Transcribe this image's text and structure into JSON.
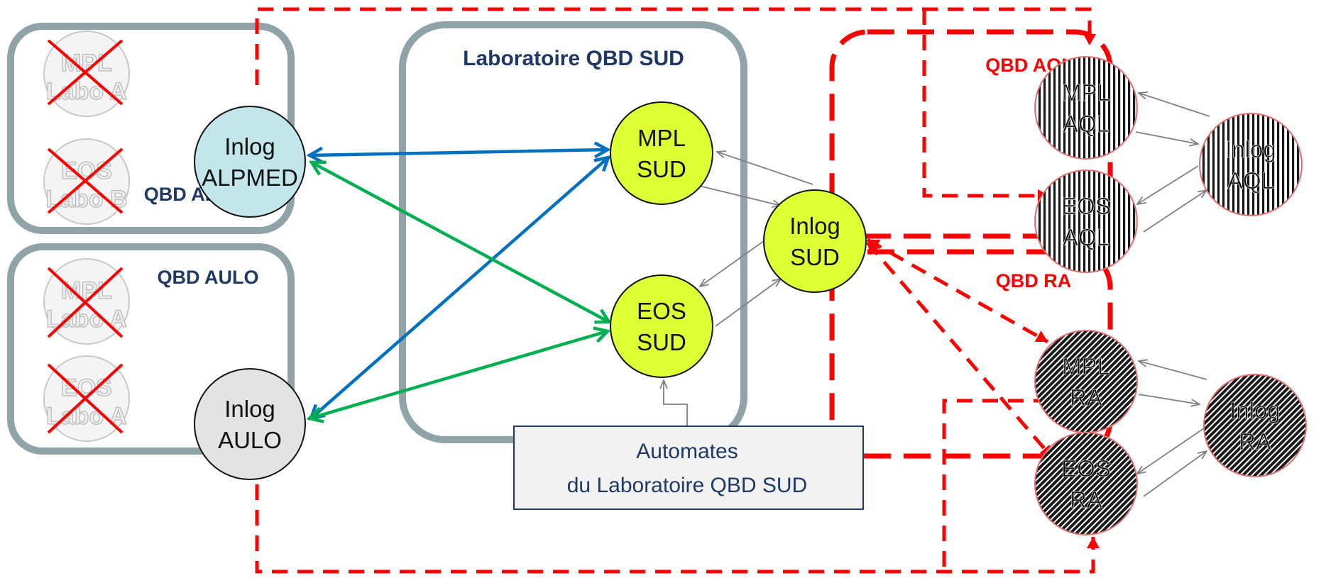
{
  "groups": {
    "alpmed": "QBD ALPMED",
    "aulo": "QBD AULO",
    "sud": "Laboratoire QBD SUD",
    "aql": "QBD AQL",
    "ra": "QBD RA"
  },
  "nodes": {
    "inlog_alpmed": [
      "Inlog",
      "ALPMED"
    ],
    "inlog_aulo": [
      "Inlog",
      "AULO"
    ],
    "mpl_sud": [
      "MPL",
      "SUD"
    ],
    "eos_sud": [
      "EOS",
      "SUD"
    ],
    "inlog_sud": [
      "Inlog",
      "SUD"
    ],
    "mpl_aql": [
      "MPL",
      "AQL"
    ],
    "eos_aql": [
      "EOS",
      "AQL"
    ],
    "inlog_aql": [
      "Inlog",
      "AQL"
    ],
    "mpl_ra": [
      "MPL",
      "RA"
    ],
    "eos_ra": [
      "EOS",
      "RA"
    ],
    "inlog_ra": [
      "Inlog",
      "RA"
    ]
  },
  "removed_nodes": {
    "alpmed_mpl": [
      "MPL",
      "Labo A"
    ],
    "alpmed_eos": [
      "EOS",
      "Labo B"
    ],
    "aulo_mpl": [
      "MPL",
      "Labo A"
    ],
    "aulo_eos": [
      "EOS",
      "Labo A"
    ]
  },
  "automates": [
    "Automates",
    "du Laboratoire QBD SUD"
  ],
  "colors": {
    "frame": "#8fa3a8",
    "title": "#1f3864",
    "red": "#ff0000",
    "blue": "#0070c0",
    "green": "#00b050",
    "sud_node": "#ddff33",
    "alpmed_node": "#c3e6ea",
    "aulo_node": "#e3e3e3",
    "thin_arrow": "#808080"
  }
}
